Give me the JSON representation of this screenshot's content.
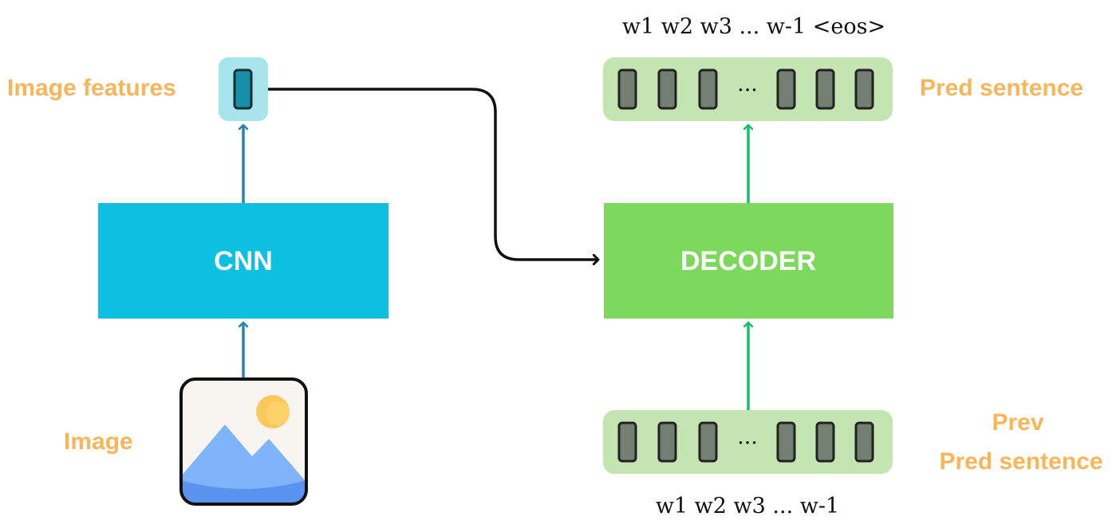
{
  "colors": {
    "label_orange": "#f9b559",
    "cnn_blue": "#0dbfe0",
    "decoder_green": "#7cd95b",
    "token_bg": "#c4e4b2",
    "token_cell": "#747f74",
    "feature_bg": "#a6e5ec",
    "feature_cell": "#1590a8",
    "blue_arrow": "#2a86ad",
    "green_arrow": "#17bf6a",
    "black_arrow": "#111111"
  },
  "labels": {
    "image_features": "Image features",
    "pred_sentence": "Pred sentence",
    "image": "Image",
    "prev_line1": "Prev",
    "prev_line2": "Pred sentence"
  },
  "boxes": {
    "cnn": "CNN",
    "decoder": "DECODER"
  },
  "sequences": {
    "output_words": "w1 w2 w3 ... w-1 <eos>",
    "input_words": "w1 w2 w3 ... w-1",
    "ellipsis": "..."
  },
  "icons": {
    "image": "image-landscape-icon"
  }
}
